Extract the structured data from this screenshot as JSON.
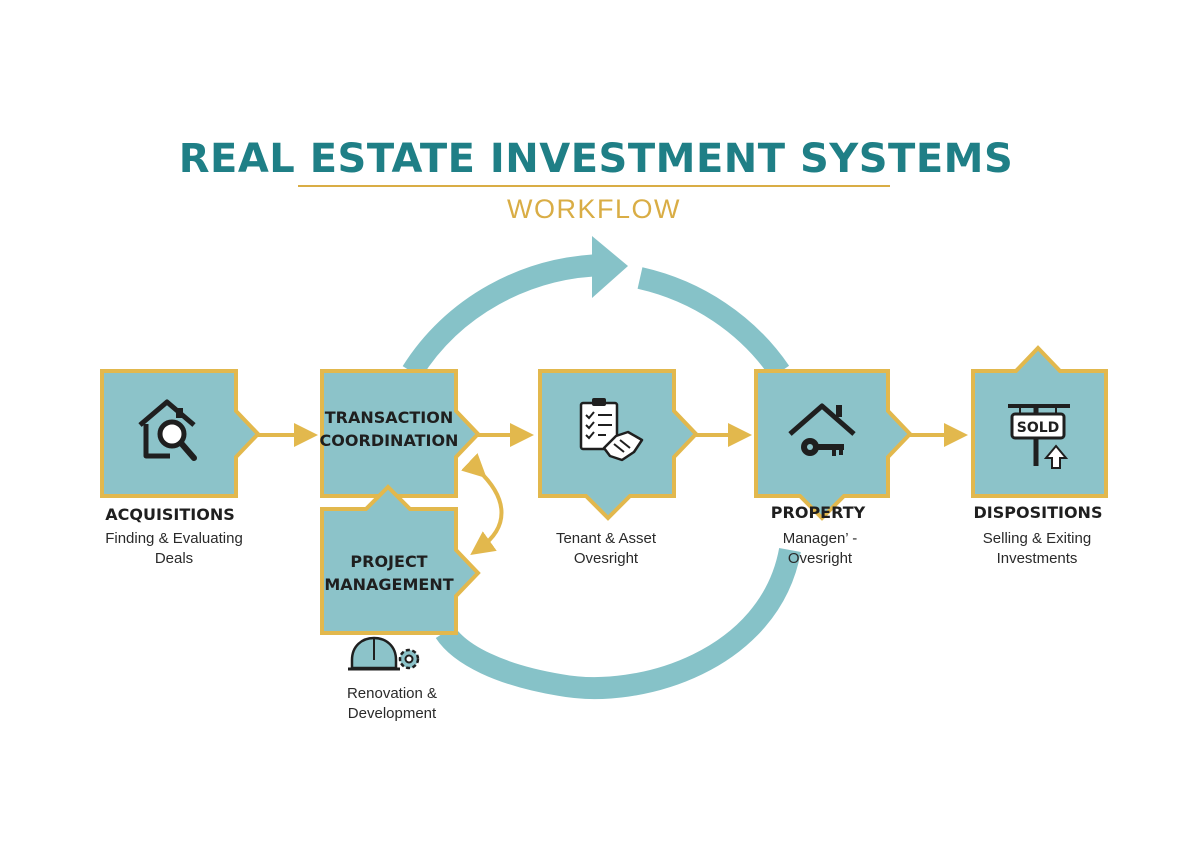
{
  "title": "REAL ESTATE INVESTMENT SYSTEMS",
  "subtitle": "WORKFLOW",
  "colors": {
    "teal_title": "#1f7f86",
    "gold": "#e2b84d",
    "gold_dark": "#c9982d",
    "box_fill": "#8cc3c9",
    "loop": "#86c2c8",
    "ink": "#1f1f1f"
  },
  "nodes": {
    "acquisitions": {
      "heading": "ACQUISITIONS",
      "caption_line1": "Finding & Evaluating",
      "caption_line2": "Deals",
      "icon": "house-magnifier-icon"
    },
    "transaction": {
      "line1": "TRANSACTION",
      "line2": "COORDINATION"
    },
    "project": {
      "line1": "PROJECT",
      "line2": "MANAGEMENT",
      "caption_line1": "Renovation &",
      "caption_line2": "Development",
      "icon": "hardhat-gear-icon"
    },
    "tenant": {
      "caption_line1": "Tenant & Asset",
      "caption_line2": "Ovesright",
      "icon": "checklist-handshake-icon"
    },
    "property": {
      "heading": "PROPERTY",
      "caption_line1": "Managen’ -",
      "caption_line2": "Ovesright",
      "icon": "house-key-icon"
    },
    "dispositions": {
      "heading": "DISPOSITIONS",
      "caption_line1": "Selling & Exiting",
      "caption_line2": "Investments",
      "icon": "sold-sign-icon",
      "sign_text": "SOLD"
    }
  }
}
